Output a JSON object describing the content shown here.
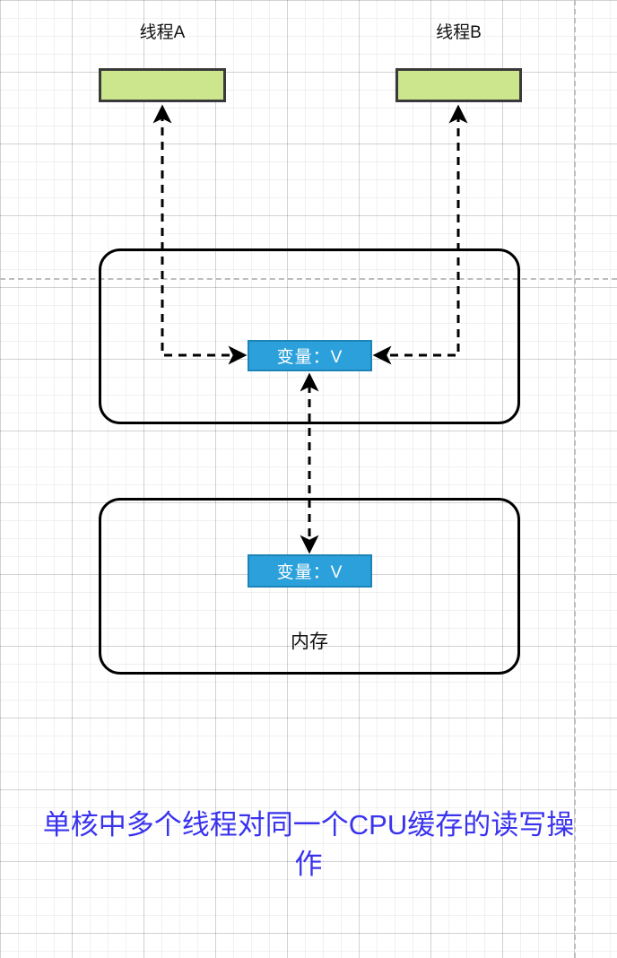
{
  "diagram": {
    "threads": [
      {
        "label": "线程A",
        "box_name": "thread-a-box"
      },
      {
        "label": "线程B",
        "box_name": "thread-b-box"
      }
    ],
    "cache": {
      "variable_label": "变量：V"
    },
    "memory": {
      "variable_label": "变量：V",
      "label": "内存"
    },
    "caption": "单核中多个线程对同一个CPU缓存的读写操作",
    "colors": {
      "thread_box_fill": "#cbe68d",
      "thread_box_border": "#3a3a3a",
      "variable_fill": "#2ba0db",
      "variable_text": "#ffffff",
      "container_border": "#000000",
      "caption_text": "#3a33ee",
      "grid_minor": "#efefef",
      "grid_major": "#dddddd",
      "guide_line": "#bdbdbd",
      "arrow": "#000000"
    }
  }
}
